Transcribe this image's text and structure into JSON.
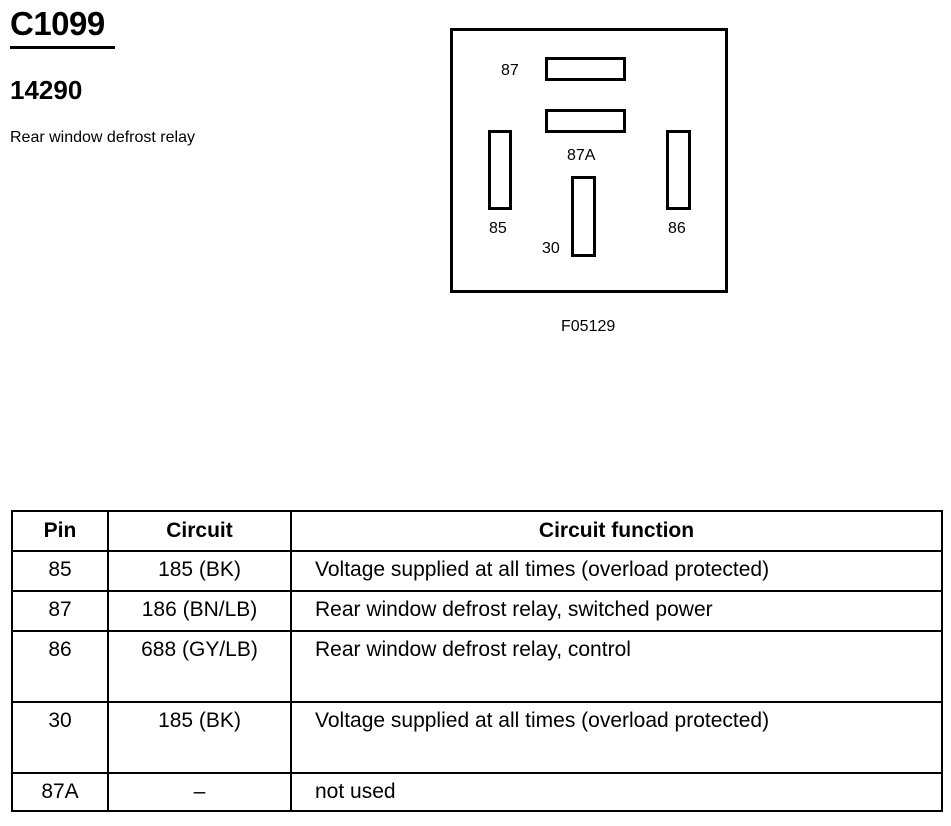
{
  "header": {
    "connector_id": "C1099",
    "part_number": "14290",
    "description": "Rear window defrost relay"
  },
  "diagram": {
    "figure_id": "F05129",
    "terminals": [
      {
        "label": "87",
        "orientation": "horizontal"
      },
      {
        "label": "87A",
        "orientation": "horizontal"
      },
      {
        "label": "85",
        "orientation": "vertical"
      },
      {
        "label": "30",
        "orientation": "vertical"
      },
      {
        "label": "86",
        "orientation": "vertical"
      }
    ]
  },
  "table": {
    "columns": [
      "Pin",
      "Circuit",
      "Circuit function"
    ],
    "rows": [
      {
        "pin": "85",
        "circuit": "185 (BK)",
        "function": "Voltage supplied at all times (overload protected)"
      },
      {
        "pin": "87",
        "circuit": "186 (BN/LB)",
        "function": "Rear window defrost relay, switched power"
      },
      {
        "pin": "86",
        "circuit": "688 (GY/LB)",
        "function": "Rear window defrost relay, control"
      },
      {
        "pin": "30",
        "circuit": "185 (BK)",
        "function": "Voltage supplied at all times (overload protected)"
      },
      {
        "pin": "87A",
        "circuit": "–",
        "function": "not used"
      }
    ]
  }
}
